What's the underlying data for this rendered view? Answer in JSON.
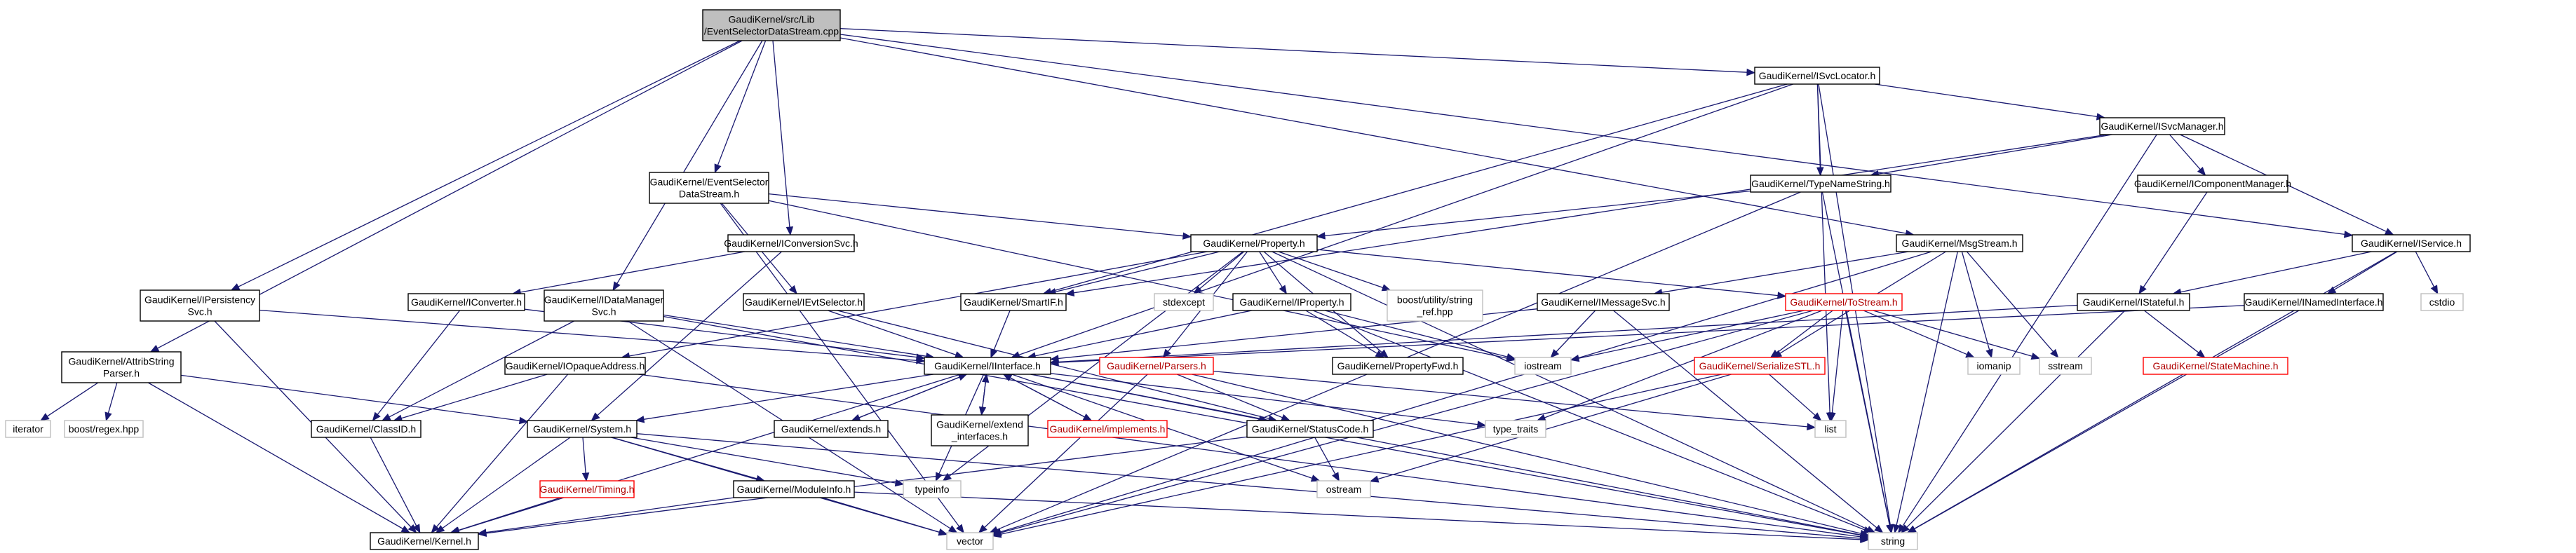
{
  "diagram": {
    "nodes": [
      {
        "id": "root",
        "lines": [
          "GaudiKernel/src/Lib",
          "/EventSelectorDataStream.cpp"
        ],
        "style": "root",
        "link": false
      },
      {
        "id": "isvclocator",
        "lines": [
          "GaudiKernel/ISvcLocator.h"
        ],
        "style": "normal",
        "link": true
      },
      {
        "id": "isvcmanager",
        "lines": [
          "GaudiKernel/ISvcManager.h"
        ],
        "style": "normal",
        "link": true
      },
      {
        "id": "eventselds",
        "lines": [
          "GaudiKernel/EventSelector",
          "DataStream.h"
        ],
        "style": "normal",
        "link": true
      },
      {
        "id": "typenamestring",
        "lines": [
          "GaudiKernel/TypeNameString.h"
        ],
        "style": "normal",
        "link": true
      },
      {
        "id": "icomponentmanager",
        "lines": [
          "GaudiKernel/IComponentManager.h"
        ],
        "style": "normal",
        "link": true
      },
      {
        "id": "iconversionsvc",
        "lines": [
          "GaudiKernel/IConversionSvc.h"
        ],
        "style": "normal",
        "link": true
      },
      {
        "id": "property",
        "lines": [
          "GaudiKernel/Property.h"
        ],
        "style": "normal",
        "link": true
      },
      {
        "id": "msgstream",
        "lines": [
          "GaudiKernel/MsgStream.h"
        ],
        "style": "normal",
        "link": true
      },
      {
        "id": "iservice",
        "lines": [
          "GaudiKernel/IService.h"
        ],
        "style": "normal",
        "link": true
      },
      {
        "id": "ipersistencysvc",
        "lines": [
          "GaudiKernel/IPersistency",
          "Svc.h"
        ],
        "style": "normal",
        "link": true
      },
      {
        "id": "iconverter",
        "lines": [
          "GaudiKernel/IConverter.h"
        ],
        "style": "normal",
        "link": true
      },
      {
        "id": "idatamanagersvc",
        "lines": [
          "GaudiKernel/IDataManager",
          "Svc.h"
        ],
        "style": "normal",
        "link": true
      },
      {
        "id": "ievtselector",
        "lines": [
          "GaudiKernel/IEvtSelector.h"
        ],
        "style": "normal",
        "link": true
      },
      {
        "id": "smartif",
        "lines": [
          "GaudiKernel/SmartIF.h"
        ],
        "style": "normal",
        "link": true
      },
      {
        "id": "stdexcept",
        "lines": [
          "stdexcept"
        ],
        "style": "gray",
        "link": false
      },
      {
        "id": "iproperty",
        "lines": [
          "GaudiKernel/IProperty.h"
        ],
        "style": "normal",
        "link": true
      },
      {
        "id": "boostutil",
        "lines": [
          "boost/utility/string",
          "_ref.hpp"
        ],
        "style": "gray",
        "link": false
      },
      {
        "id": "imessagesvc",
        "lines": [
          "GaudiKernel/IMessageSvc.h"
        ],
        "style": "normal",
        "link": true
      },
      {
        "id": "tostream",
        "lines": [
          "GaudiKernel/ToStream.h"
        ],
        "style": "red",
        "link": true
      },
      {
        "id": "cstdio",
        "lines": [
          "cstdio"
        ],
        "style": "gray",
        "link": false
      },
      {
        "id": "istateful",
        "lines": [
          "GaudiKernel/IStateful.h"
        ],
        "style": "normal",
        "link": true
      },
      {
        "id": "inamedinterface",
        "lines": [
          "GaudiKernel/INamedInterface.h"
        ],
        "style": "normal",
        "link": true
      },
      {
        "id": "attribstringparser",
        "lines": [
          "GaudiKernel/AttribString",
          "Parser.h"
        ],
        "style": "normal",
        "link": true
      },
      {
        "id": "iopaqueaddress",
        "lines": [
          "GaudiKernel/IOpaqueAddress.h"
        ],
        "style": "normal",
        "link": true
      },
      {
        "id": "iinterface",
        "lines": [
          "GaudiKernel/IInterface.h"
        ],
        "style": "normal",
        "link": true
      },
      {
        "id": "parsers",
        "lines": [
          "GaudiKernel/Parsers.h"
        ],
        "style": "red",
        "link": true
      },
      {
        "id": "propertyfwd",
        "lines": [
          "GaudiKernel/PropertyFwd.h"
        ],
        "style": "normal",
        "link": true
      },
      {
        "id": "iostream",
        "lines": [
          "iostream"
        ],
        "style": "gray",
        "link": false
      },
      {
        "id": "serializestl",
        "lines": [
          "GaudiKernel/SerializeSTL.h"
        ],
        "style": "red",
        "link": true
      },
      {
        "id": "iomanip",
        "lines": [
          "iomanip"
        ],
        "style": "gray",
        "link": false
      },
      {
        "id": "sstream",
        "lines": [
          "sstream"
        ],
        "style": "gray",
        "link": false
      },
      {
        "id": "statemachine",
        "lines": [
          "GaudiKernel/StateMachine.h"
        ],
        "style": "red",
        "link": true
      },
      {
        "id": "iterator",
        "lines": [
          "iterator"
        ],
        "style": "gray",
        "link": false
      },
      {
        "id": "boostregex",
        "lines": [
          "boost/regex.hpp"
        ],
        "style": "gray",
        "link": false
      },
      {
        "id": "classid",
        "lines": [
          "GaudiKernel/ClassID.h"
        ],
        "style": "normal",
        "link": true
      },
      {
        "id": "system",
        "lines": [
          "GaudiKernel/System.h"
        ],
        "style": "normal",
        "link": true
      },
      {
        "id": "extends",
        "lines": [
          "GaudiKernel/extends.h"
        ],
        "style": "normal",
        "link": true
      },
      {
        "id": "extendinterfaces",
        "lines": [
          "GaudiKernel/extend",
          "_interfaces.h"
        ],
        "style": "normal",
        "link": true
      },
      {
        "id": "implements",
        "lines": [
          "GaudiKernel/implements.h"
        ],
        "style": "red",
        "link": true
      },
      {
        "id": "statuscode",
        "lines": [
          "GaudiKernel/StatusCode.h"
        ],
        "style": "normal",
        "link": true
      },
      {
        "id": "typetraits",
        "lines": [
          "type_traits"
        ],
        "style": "gray",
        "link": false
      },
      {
        "id": "list",
        "lines": [
          "list"
        ],
        "style": "gray",
        "link": false
      },
      {
        "id": "timing",
        "lines": [
          "GaudiKernel/Timing.h"
        ],
        "style": "red",
        "link": true
      },
      {
        "id": "moduleinfo",
        "lines": [
          "GaudiKernel/ModuleInfo.h"
        ],
        "style": "normal",
        "link": true
      },
      {
        "id": "typeinfo",
        "lines": [
          "typeinfo"
        ],
        "style": "gray",
        "link": false
      },
      {
        "id": "ostream",
        "lines": [
          "ostream"
        ],
        "style": "gray",
        "link": false
      },
      {
        "id": "kernel",
        "lines": [
          "GaudiKernel/Kernel.h"
        ],
        "style": "normal",
        "link": true
      },
      {
        "id": "vector",
        "lines": [
          "vector"
        ],
        "style": "gray",
        "link": false
      },
      {
        "id": "string",
        "lines": [
          "string"
        ],
        "style": "gray",
        "link": false
      }
    ],
    "edges": [
      [
        "root",
        "isvclocator"
      ],
      [
        "root",
        "eventselds"
      ],
      [
        "root",
        "iconversionsvc"
      ],
      [
        "root",
        "ipersistencysvc"
      ],
      [
        "root",
        "idatamanagersvc"
      ],
      [
        "root",
        "attribstringparser"
      ],
      [
        "root",
        "iservice"
      ],
      [
        "root",
        "msgstream"
      ],
      [
        "isvclocator",
        "isvcmanager"
      ],
      [
        "isvclocator",
        "typenamestring"
      ],
      [
        "isvclocator",
        "smartif"
      ],
      [
        "isvclocator",
        "iinterface"
      ],
      [
        "isvclocator",
        "string"
      ],
      [
        "isvclocator",
        "list"
      ],
      [
        "isvcmanager",
        "icomponentmanager"
      ],
      [
        "isvcmanager",
        "iservice"
      ],
      [
        "isvcmanager",
        "typenamestring"
      ],
      [
        "isvcmanager",
        "smartif"
      ],
      [
        "isvcmanager",
        "string"
      ],
      [
        "icomponentmanager",
        "istateful"
      ],
      [
        "typenamestring",
        "property"
      ],
      [
        "typenamestring",
        "string"
      ],
      [
        "typenamestring",
        "vector"
      ],
      [
        "eventselds",
        "property"
      ],
      [
        "eventselds",
        "ievtselector"
      ],
      [
        "eventselds",
        "iostream"
      ],
      [
        "eventselds",
        "vector"
      ],
      [
        "iconversionsvc",
        "iconverter"
      ],
      [
        "iconversionsvc",
        "system"
      ],
      [
        "iconverter",
        "iinterface"
      ],
      [
        "iconverter",
        "classid"
      ],
      [
        "ipersistencysvc",
        "iinterface"
      ],
      [
        "ipersistencysvc",
        "kernel"
      ],
      [
        "idatamanagersvc",
        "iinterface"
      ],
      [
        "idatamanagersvc",
        "classid"
      ],
      [
        "idatamanagersvc",
        "string"
      ],
      [
        "idatamanagersvc",
        "vector"
      ],
      [
        "ievtselector",
        "iinterface"
      ],
      [
        "ievtselector",
        "statuscode"
      ],
      [
        "attribstringparser",
        "system"
      ],
      [
        "attribstringparser",
        "iterator"
      ],
      [
        "attribstringparser",
        "boostregex"
      ],
      [
        "attribstringparser",
        "kernel"
      ],
      [
        "property",
        "smartif"
      ],
      [
        "property",
        "stdexcept"
      ],
      [
        "property",
        "iproperty"
      ],
      [
        "property",
        "boostutil"
      ],
      [
        "property",
        "parsers"
      ],
      [
        "property",
        "propertyfwd"
      ],
      [
        "property",
        "tostream"
      ],
      [
        "property",
        "iopaqueaddress"
      ],
      [
        "property",
        "string"
      ],
      [
        "property",
        "typeinfo"
      ],
      [
        "iproperty",
        "iinterface"
      ],
      [
        "iproperty",
        "propertyfwd"
      ],
      [
        "iproperty",
        "iostream"
      ],
      [
        "iproperty",
        "string"
      ],
      [
        "smartif",
        "iinterface"
      ],
      [
        "msgstream",
        "imessagesvc"
      ],
      [
        "msgstream",
        "serializestl"
      ],
      [
        "msgstream",
        "iomanip"
      ],
      [
        "msgstream",
        "sstream"
      ],
      [
        "msgstream",
        "string"
      ],
      [
        "msgstream",
        "vector"
      ],
      [
        "imessagesvc",
        "iinterface"
      ],
      [
        "imessagesvc",
        "iostream"
      ],
      [
        "imessagesvc",
        "string"
      ],
      [
        "tostream",
        "serializestl"
      ],
      [
        "tostream",
        "iomanip"
      ],
      [
        "tostream",
        "sstream"
      ],
      [
        "tostream",
        "list"
      ],
      [
        "tostream",
        "string"
      ],
      [
        "tostream",
        "vector"
      ],
      [
        "tostream",
        "iostream"
      ],
      [
        "tostream",
        "typetraits"
      ],
      [
        "serializestl",
        "list"
      ],
      [
        "serializestl",
        "ostream"
      ],
      [
        "serializestl",
        "vector"
      ],
      [
        "iservice",
        "istateful"
      ],
      [
        "iservice",
        "inamedinterface"
      ],
      [
        "iservice",
        "cstdio"
      ],
      [
        "iservice",
        "string"
      ],
      [
        "istateful",
        "statemachine"
      ],
      [
        "istateful",
        "iinterface"
      ],
      [
        "istateful",
        "string"
      ],
      [
        "inamedinterface",
        "iinterface"
      ],
      [
        "inamedinterface",
        "string"
      ],
      [
        "iopaqueaddress",
        "classid"
      ],
      [
        "iopaqueaddress",
        "kernel"
      ],
      [
        "iopaqueaddress",
        "string"
      ],
      [
        "classid",
        "kernel"
      ],
      [
        "iinterface",
        "system"
      ],
      [
        "iinterface",
        "extends"
      ],
      [
        "iinterface",
        "extendinterfaces"
      ],
      [
        "iinterface",
        "implements"
      ],
      [
        "iinterface",
        "statuscode"
      ],
      [
        "iinterface",
        "typeinfo"
      ],
      [
        "iinterface",
        "ostream"
      ],
      [
        "iinterface",
        "kernel"
      ],
      [
        "iinterface",
        "string"
      ],
      [
        "iinterface",
        "typetraits"
      ],
      [
        "extends",
        "iinterface"
      ],
      [
        "extendinterfaces",
        "iinterface"
      ],
      [
        "implements",
        "iinterface"
      ],
      [
        "parsers",
        "statuscode"
      ],
      [
        "parsers",
        "list"
      ],
      [
        "parsers",
        "vector"
      ],
      [
        "parsers",
        "string"
      ],
      [
        "statuscode",
        "ostream"
      ],
      [
        "statuscode",
        "kernel"
      ],
      [
        "system",
        "timing"
      ],
      [
        "system",
        "moduleinfo"
      ],
      [
        "system",
        "kernel"
      ],
      [
        "system",
        "typeinfo"
      ],
      [
        "system",
        "string"
      ],
      [
        "system",
        "vector"
      ],
      [
        "timing",
        "kernel"
      ],
      [
        "moduleinfo",
        "kernel"
      ],
      [
        "moduleinfo",
        "string"
      ],
      [
        "moduleinfo",
        "vector"
      ]
    ]
  }
}
